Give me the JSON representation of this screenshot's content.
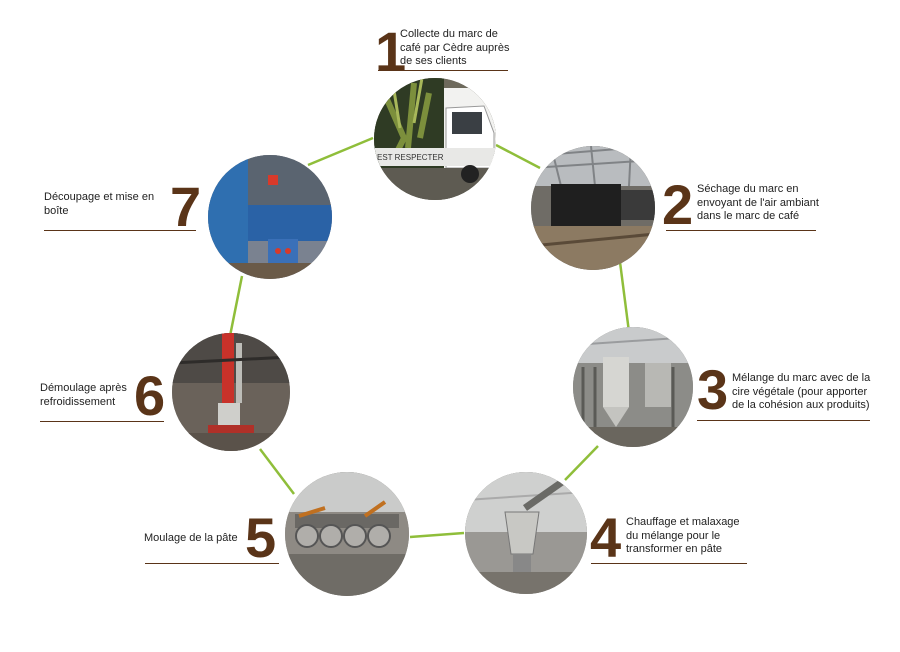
{
  "colors": {
    "connector": "#8fbe3a",
    "number": "#5a3418",
    "rule": "#5a3418",
    "text": "#222222"
  },
  "steps": [
    {
      "number": "1",
      "text_lines": [
        "Collecte du marc de",
        "café par Cèdre auprès",
        "de ses clients"
      ],
      "photo_icon": "delivery-truck-photo",
      "truck_text": "EST RESPECTER"
    },
    {
      "number": "2",
      "text_lines": [
        "Séchage du marc en",
        "envoyant de l'air ambiant",
        "dans le marc de café"
      ],
      "photo_icon": "drying-warehouse-photo"
    },
    {
      "number": "3",
      "text_lines": [
        "Mélange du marc avec de la",
        "cire végétale (pour apporter",
        "de la cohésion aux produits)"
      ],
      "photo_icon": "mixing-machinery-photo"
    },
    {
      "number": "4",
      "text_lines": [
        "Chauffage et malaxage",
        "du mélange pour le",
        "transformer en pâte"
      ],
      "photo_icon": "heating-hopper-photo"
    },
    {
      "number": "5",
      "text_lines": [
        "Moulage de la pâte"
      ],
      "photo_icon": "moulds-photo"
    },
    {
      "number": "6",
      "text_lines": [
        "Démoulage après",
        "refroidissement"
      ],
      "photo_icon": "demoulding-press-photo"
    },
    {
      "number": "7",
      "text_lines": [
        "Découpage et mise en",
        "boîte"
      ],
      "photo_icon": "cutting-machine-photo"
    }
  ]
}
